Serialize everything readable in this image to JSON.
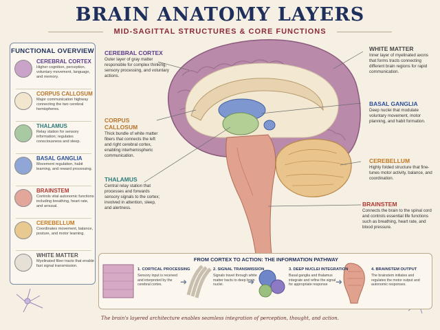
{
  "header": {
    "title": "BRAIN ANATOMY LAYERS",
    "subtitle": "MID-SAGITTAL STRUCTURES & CORE FUNCTIONS"
  },
  "overview": {
    "title": "FUNCTIONAL OVERVIEW",
    "items": [
      {
        "name": "CEREBRAL CORTEX",
        "desc": "Higher cognition, perception, voluntary movement, language, and memory.",
        "color": "#5b3c8a",
        "thumb": "#c9a3c8"
      },
      {
        "name": "CORPUS CALLOSUM",
        "desc": "Major communication highway connecting the two cerebral hemispheres.",
        "color": "#b5752a",
        "thumb": "#f3e6cf"
      },
      {
        "name": "THALAMUS",
        "desc": "Relay station for sensory information; regulates consciousness and sleep.",
        "color": "#2d7a7a",
        "thumb": "#a8c9a2"
      },
      {
        "name": "BASAL GANGLIA",
        "desc": "Movement regulation, habit learning, and reward processing.",
        "color": "#2b4f9a",
        "thumb": "#8fa6d6"
      },
      {
        "name": "BRAINSTEM",
        "desc": "Controls vital autonomic functions including breathing, heart rate, and arousal.",
        "color": "#b0382f",
        "thumb": "#e2a79a"
      },
      {
        "name": "CEREBELLUM",
        "desc": "Coordinates movement, balance, posture, and motor learning.",
        "color": "#c2771e",
        "thumb": "#e8c98f"
      },
      {
        "name": "WHITE MATTER",
        "desc": "Myelinated fiber tracts that enable fast signal transmission.",
        "color": "#555555",
        "thumb": "#e6e0d6"
      }
    ]
  },
  "callouts": {
    "cortex": {
      "title": "CEREBRAL CORTEX",
      "desc": "Outer layer of gray matter responsible for complex thinking, sensory processing, and voluntary actions.",
      "color": "#5b3c8a"
    },
    "callosum": {
      "title": "CORPUS CALLOSUM",
      "desc": "Thick bundle of white matter fibers that connects the left and right cerebral cortex, enabling interhemispheric communication.",
      "color": "#b5752a"
    },
    "thalamus": {
      "title": "THALAMUS",
      "desc": "Central relay station that processes and forwards sensory signals to the cortex; involved in attention, sleep, and alertness.",
      "color": "#2d7a7a"
    },
    "white": {
      "title": "WHITE MATTER",
      "desc": "Inner layer of myelinated axons that forms tracts connecting different brain regions for rapid communication.",
      "color": "#444444"
    },
    "basal": {
      "title": "BASAL GANGLIA",
      "desc": "Deep nuclei that modulate voluntary movement, motor planning, and habit formation.",
      "color": "#2b4f9a"
    },
    "cerebellum": {
      "title": "CEREBELLUM",
      "desc": "Highly folded structure that fine-tunes motor activity, balance, and coordination.",
      "color": "#c2771e"
    },
    "brainstem": {
      "title": "BRAINSTEM",
      "desc": "Connects the brain to the spinal cord and controls essential life functions such as breathing, heart rate, and blood pressure.",
      "color": "#b0382f"
    }
  },
  "pathway": {
    "title": "FROM CORTEX TO ACTION: THE INFORMATION PATHWAY",
    "steps": [
      {
        "title": "1. CORTICAL PROCESSING",
        "desc": "Sensory input is received and interpreted by the cerebral cortex."
      },
      {
        "title": "2. SIGNAL TRANSMISSION",
        "desc": "Signals travel through white matter tracts to deep brain nuclei."
      },
      {
        "title": "3. DEEP NUCLEI INTEGRATION",
        "desc": "Basal ganglia and thalamus integrate and refine the signal for appropriate response"
      },
      {
        "title": "4. BRAINSTEM OUTPUT",
        "desc": "The brainstem initiates and regulates the motor output and autonomic responses."
      }
    ]
  },
  "footer": "The brain's layered architecture enables seamless integration of perception, thought, and action."
}
